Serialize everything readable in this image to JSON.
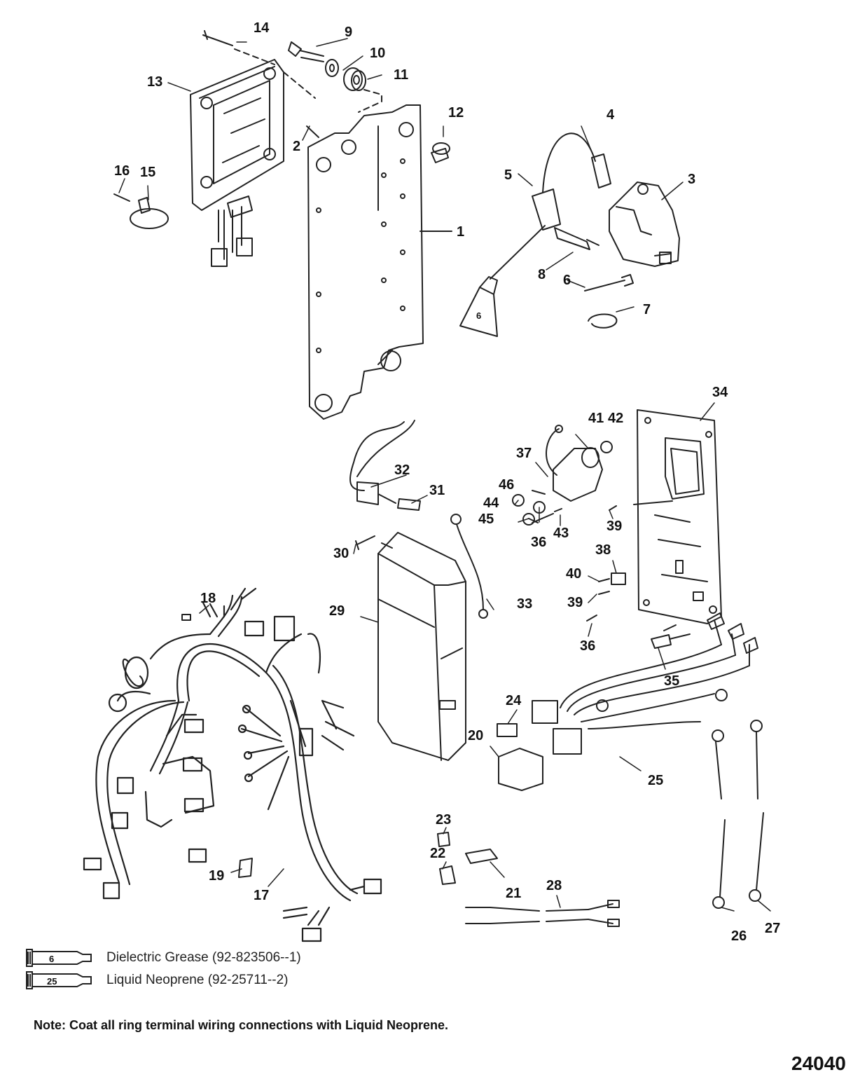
{
  "callouts": [
    {
      "n": "14"
    },
    {
      "n": "9"
    },
    {
      "n": "10"
    },
    {
      "n": "11"
    },
    {
      "n": "13"
    },
    {
      "n": "12"
    },
    {
      "n": "2"
    },
    {
      "n": "4"
    },
    {
      "n": "3"
    },
    {
      "n": "5"
    },
    {
      "n": "16"
    },
    {
      "n": "15"
    },
    {
      "n": "1"
    },
    {
      "n": "8"
    },
    {
      "n": "6"
    },
    {
      "n": "7"
    },
    {
      "n": "34"
    },
    {
      "n": "41"
    },
    {
      "n": "42"
    },
    {
      "n": "37"
    },
    {
      "n": "32"
    },
    {
      "n": "31"
    },
    {
      "n": "46"
    },
    {
      "n": "44"
    },
    {
      "n": "45"
    },
    {
      "n": "43"
    },
    {
      "n": "39"
    },
    {
      "n": "36"
    },
    {
      "n": "38"
    },
    {
      "n": "40"
    },
    {
      "n": "39"
    },
    {
      "n": "36"
    },
    {
      "n": "30"
    },
    {
      "n": "33"
    },
    {
      "n": "29"
    },
    {
      "n": "18"
    },
    {
      "n": "35"
    },
    {
      "n": "25"
    },
    {
      "n": "24"
    },
    {
      "n": "20"
    },
    {
      "n": "23"
    },
    {
      "n": "22"
    },
    {
      "n": "21"
    },
    {
      "n": "28"
    },
    {
      "n": "19"
    },
    {
      "n": "17"
    },
    {
      "n": "26"
    },
    {
      "n": "27"
    }
  ],
  "tube_in_diagram": "6",
  "legend": [
    {
      "tube": "6",
      "text": "Dielectric Grease (92-823506--1)"
    },
    {
      "tube": "25",
      "text": "Liquid Neoprene (92-25711--2)"
    }
  ],
  "note": "Note: Coat all ring terminal wiring connections with Liquid Neoprene.",
  "figure_id": "24040"
}
